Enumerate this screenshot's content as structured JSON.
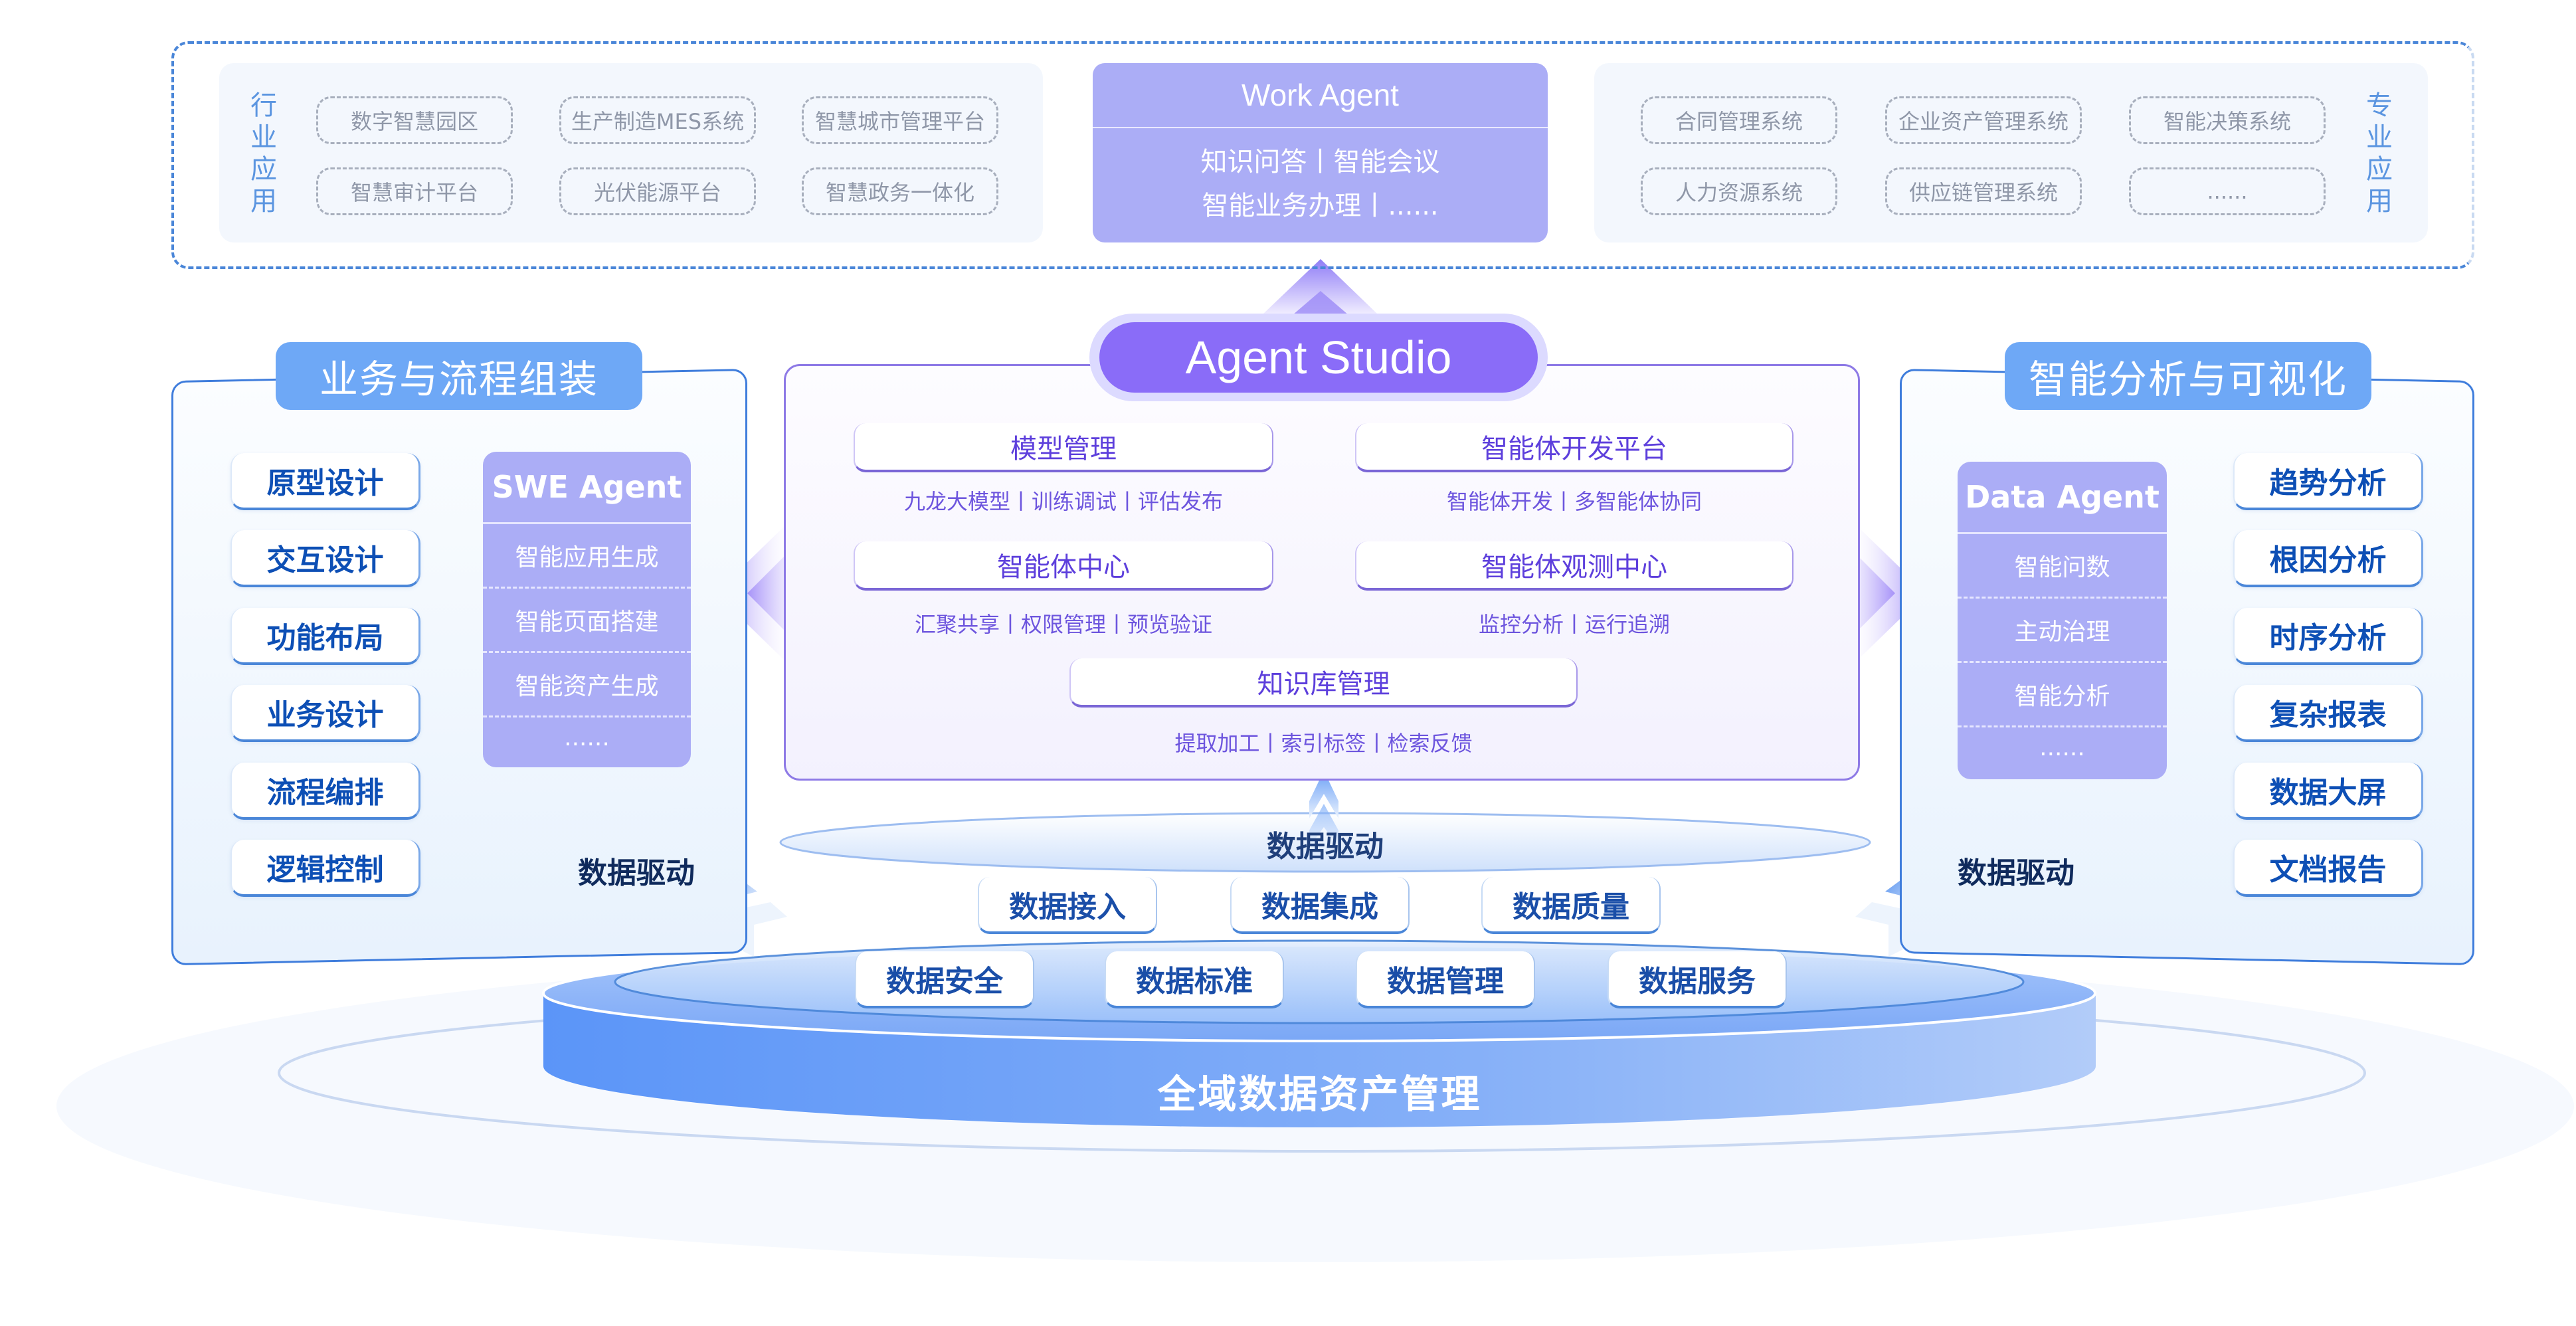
{
  "top": {
    "industry_label": "行业应用",
    "industry_apps": [
      "数字智慧园区",
      "生产制造MES系统",
      "智慧城市管理平台",
      "智慧审计平台",
      "光伏能源平台",
      "智慧政务一体化"
    ],
    "work_agent": {
      "title": "Work Agent",
      "line1": "知识问答丨智能会议",
      "line2": "智能业务办理丨......"
    },
    "professional_label": "专业应用",
    "professional_apps": [
      "合同管理系统",
      "企业资产管理系统",
      "智能决策系统",
      "人力资源系统",
      "供应链管理系统",
      "......"
    ]
  },
  "left_panel": {
    "header": "业务与流程组装",
    "buttons": [
      "原型设计",
      "交互设计",
      "功能布局",
      "业务设计",
      "流程编排",
      "逻辑控制"
    ],
    "agent": {
      "title": "SWE Agent",
      "items": [
        "智能应用生成",
        "智能页面搭建",
        "智能资产生成",
        "......"
      ]
    },
    "footer": "数据驱动"
  },
  "studio": {
    "title": "Agent Studio",
    "modules": [
      {
        "name": "模型管理",
        "desc": "九龙大模型丨训练调试丨评估发布"
      },
      {
        "name": "智能体开发平台",
        "desc": "智能体开发丨多智能体协同"
      },
      {
        "name": "智能体中心",
        "desc": "汇聚共享丨权限管理丨预览验证"
      },
      {
        "name": "智能体观测中心",
        "desc": "监控分析丨运行追溯"
      },
      {
        "name": "知识库管理",
        "desc": "提取加工丨索引标签丨检索反馈"
      }
    ]
  },
  "right_panel": {
    "header": "智能分析与可视化",
    "agent": {
      "title": "Data Agent",
      "items": [
        "智能问数",
        "主动治理",
        "智能分析",
        "......"
      ]
    },
    "buttons": [
      "趋势分析",
      "根因分析",
      "时序分析",
      "复杂报表",
      "数据大屏",
      "文档报告"
    ],
    "footer": "数据驱动"
  },
  "foundation": {
    "driver_label": "数据驱动",
    "row1": [
      "数据接入",
      "数据集成",
      "数据质量"
    ],
    "row2": [
      "数据安全",
      "数据标准",
      "数据管理",
      "数据服务"
    ],
    "base_label": "全域数据资产管理"
  },
  "colors": {
    "accent_blue": "#4a86d8",
    "header_blue": "#6ea8f6",
    "agent_purple": "#abadf6",
    "studio_purple": "#8a6cf8",
    "button_text_blue": "#0d4fb5",
    "studio_text_purple": "#5d3fdc"
  }
}
